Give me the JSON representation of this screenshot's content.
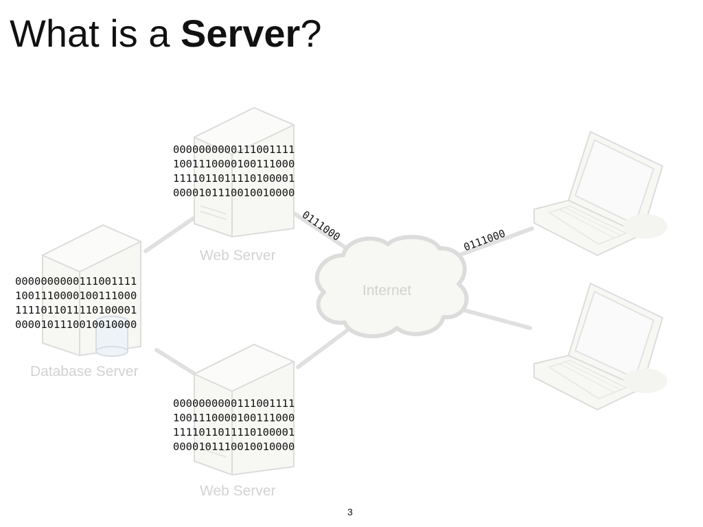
{
  "title": {
    "prefix": "What is a ",
    "emphasis": "Server",
    "suffix": "?"
  },
  "nodes": {
    "web_server_top": {
      "label": "Web Server",
      "icon": "server-icon"
    },
    "database_server": {
      "label": "Database Server",
      "icon": "database-server-icon"
    },
    "web_server_bottom": {
      "label": "Web Server",
      "icon": "server-icon"
    },
    "internet": {
      "label": "Internet",
      "icon": "cloud-icon"
    },
    "laptop_top": {
      "icon": "laptop-icon"
    },
    "laptop_bottom": {
      "icon": "laptop-icon"
    }
  },
  "binary_blocks": {
    "web_server_top": [
      "0000000000111001111",
      "1001110000100111000",
      "1111011011110100001",
      "0000101110010010000"
    ],
    "database_server": [
      "0000000000111001111",
      "1001110000100111000",
      "1111011011110100001",
      "0000101110010010000"
    ],
    "web_server_bottom": [
      "0000000000111001111",
      "1001110000100111000",
      "1111011011110100001",
      "0000101110010010000"
    ]
  },
  "packets": {
    "server_to_internet": "0111000",
    "internet_to_laptop": "0111000"
  },
  "page_number": "3",
  "colors": {
    "faded_icon_fill": "#f7f7f4",
    "faded_icon_stroke": "#dcdcdc",
    "connection_line": "#e0e0e0",
    "text": "#111111",
    "faded_label": "#d2d2d2"
  }
}
